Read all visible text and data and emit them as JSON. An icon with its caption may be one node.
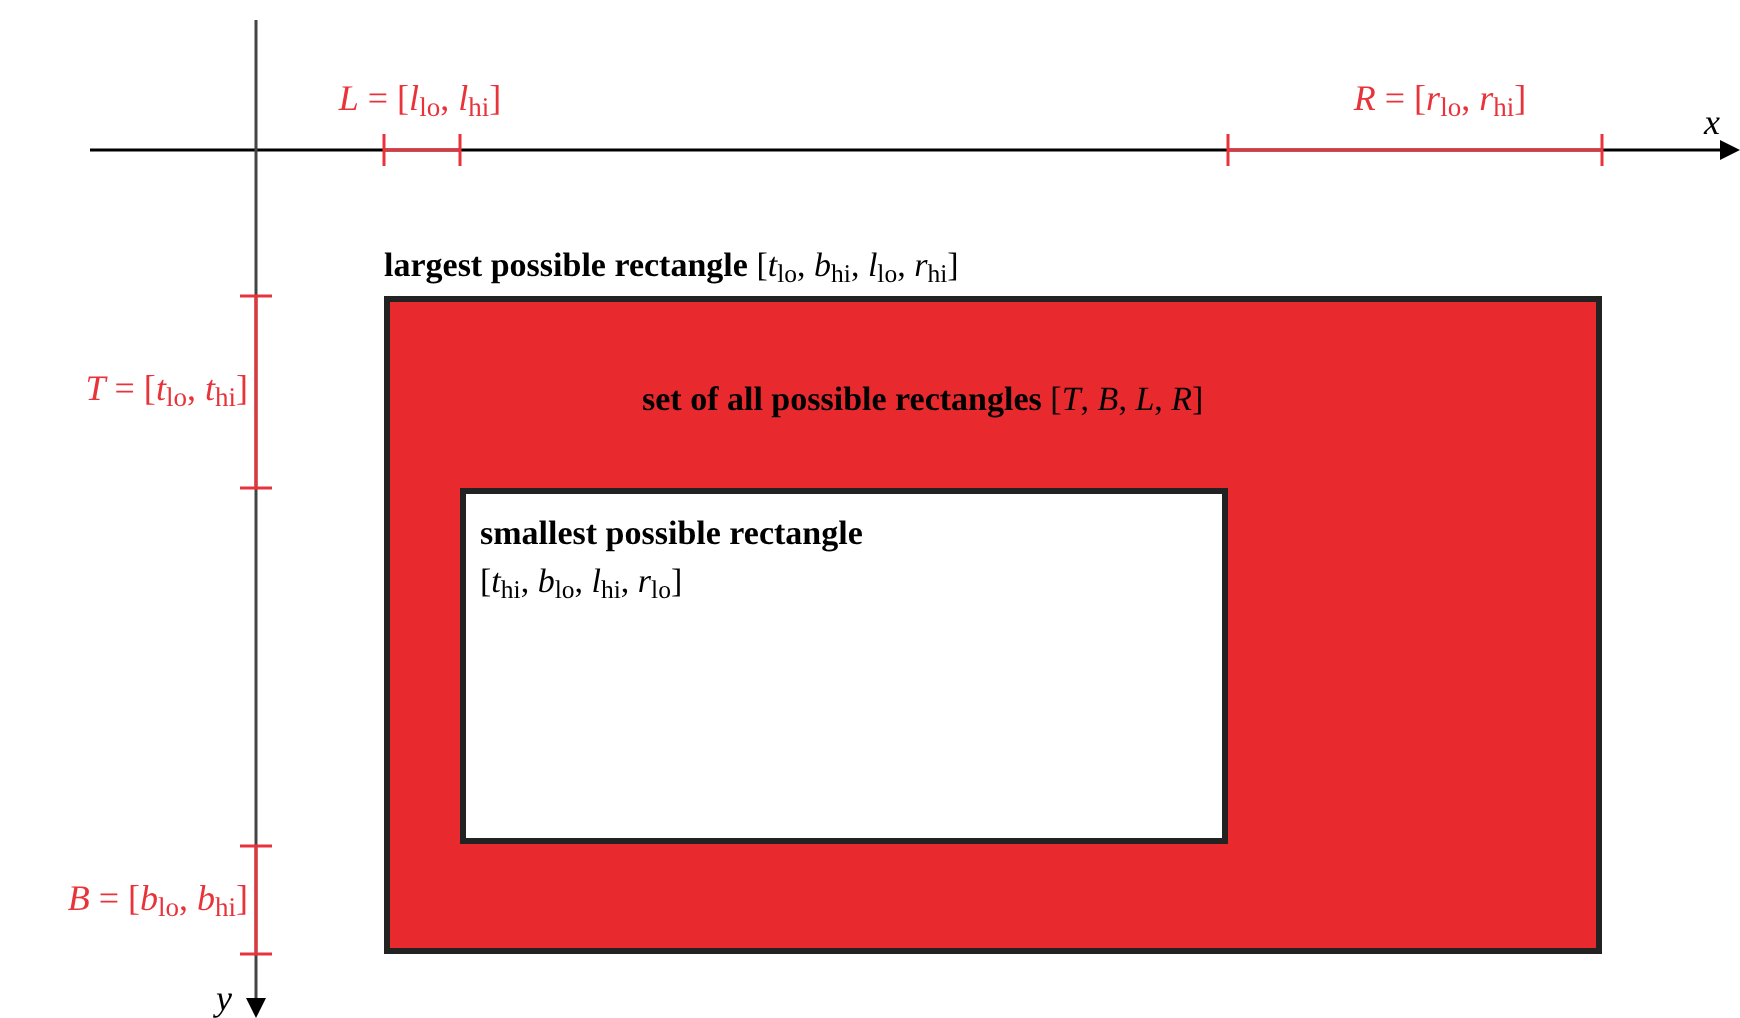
{
  "diagram": {
    "nodes": [
      {
        "text": [
          "**largest possible rectangle** [*t*$_{lo}$, *b*$_{hi}$, *l*$_{lo}$, *r*$_{hi}$]",
          "**set of all possible rectangles** [*T*, *B*, *L*, *R*]"
        ]
      },
      {
        "text": [
          "smallest possible rectangle",
          "[*t*$_{hi}$, *b*$_{lo}$, *l*$_{hi}$, *r*$_{lo}$]"
        ],
        "in": 0
      }
    ],
    "labels": [
      "*L* = [*l*$_{lo}$, *l*$_{hi}$]",
      "*R* = [*r*$_{lo}$, *r*$_{hi}$]",
      "*x*",
      "*T* = [*t*$_{lo}$, *t*$_{hi}$]",
      "*B* = [*b*$_{lo}$, *b*$_{hi}$]",
      "*y*"
    ]
  }
}
